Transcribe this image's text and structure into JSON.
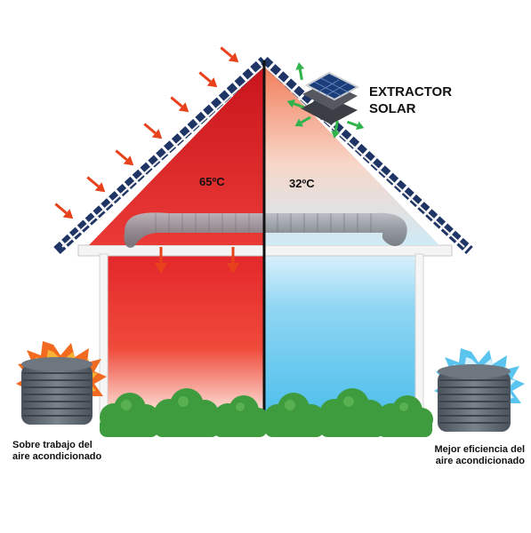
{
  "labels": {
    "hot_attic_temp": "65ºC",
    "cool_attic_temp": "32ºC",
    "extractor_line1": "EXTRACTOR",
    "extractor_line2": "SOLAR",
    "left_caption_line1": "Sobre trabajo del",
    "left_caption_line2": "aire acondicionado",
    "right_caption_line1": "Mejor eficiencia del",
    "right_caption_line2": "aire acondicionado"
  },
  "colors": {
    "hot_red": "#e3262a",
    "cool_blue": "#58c4ee",
    "roof_shingle": "#1f3566",
    "arrow_orange": "#e8421c",
    "airflow_green": "#2fb34a",
    "bush_green": "#3e9b3e",
    "ac_unit_gray": "#5d6672",
    "hot_burst": "#f26a1f",
    "cool_burst": "#59c4ee"
  },
  "icons": {
    "solar_panel": "solar-panel-icon",
    "ac_unit": "ac-unit-icon",
    "heat_arrow": "heat-arrow-icon",
    "airflow_arrow": "airflow-arrow-icon"
  }
}
